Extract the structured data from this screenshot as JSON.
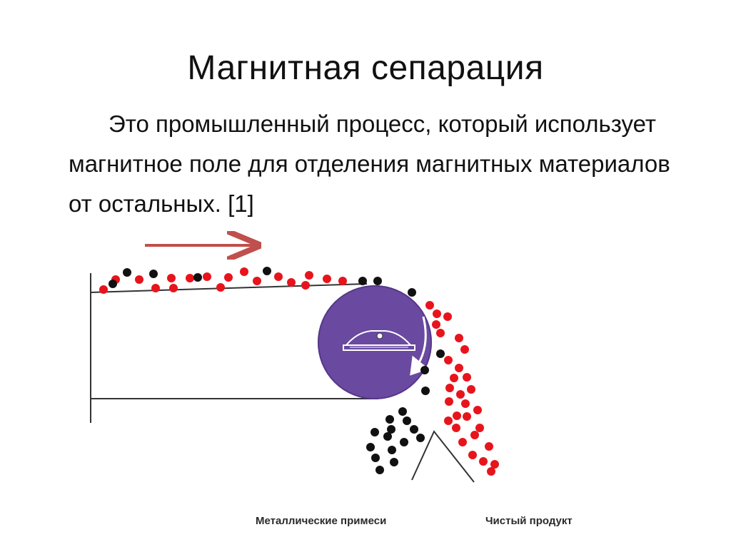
{
  "slide": {
    "title": "Магнитная сепарация",
    "body": "Это промышленный процесс, который использует магнитное поле для отделения магнитных материалов от остальных. [1]"
  },
  "diagram": {
    "captions": {
      "metal": "Металлические примеси",
      "clean": "Чистый продукт"
    },
    "colors": {
      "drum": "#6a4aa0",
      "drum_dark": "#56388a",
      "arrow": "#c0504d",
      "particle_magnetic": "#111111",
      "particle_clean": "#e8141c",
      "line": "#333333"
    }
  }
}
